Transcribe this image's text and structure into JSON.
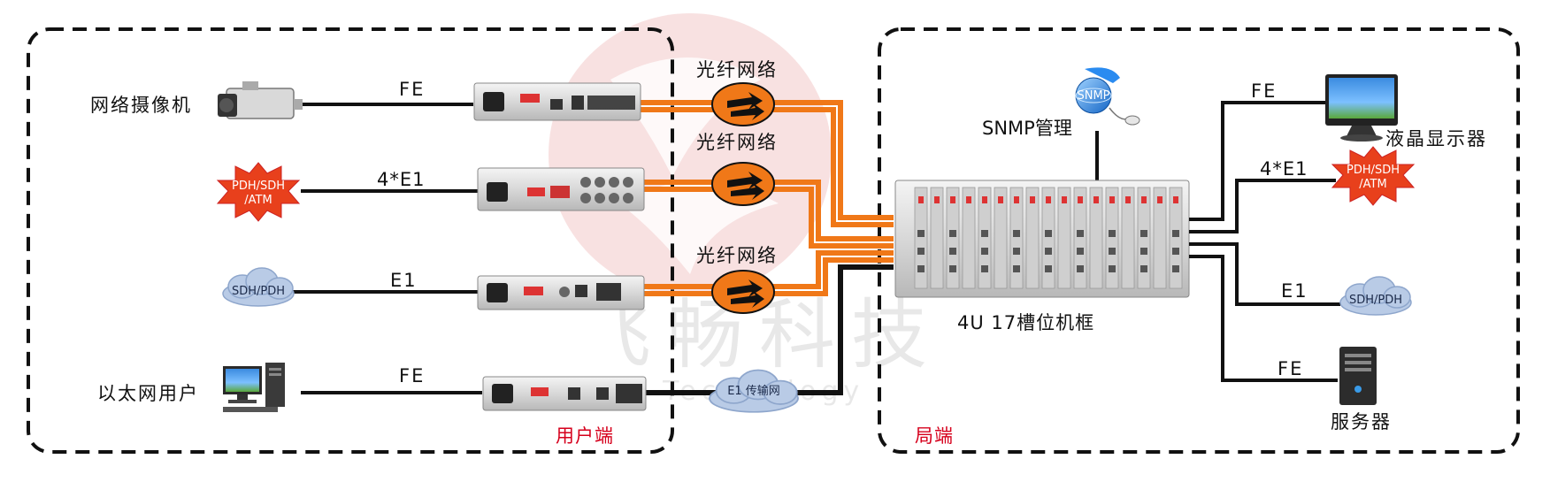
{
  "watermark": {
    "chinese": "飞畅科技",
    "english": "Future Technology",
    "color": "#f3c9c9"
  },
  "colors": {
    "fiber": "#f07818",
    "copper": "#111111",
    "border": "#111111",
    "zone_label": "#d6001c",
    "burst": "#e8401c",
    "cloud": "#b9cbe6"
  },
  "user_side": {
    "zone_label": "用户端",
    "devices": [
      {
        "name": "网络摄像机",
        "icon": "camera-icon",
        "link": "FE"
      },
      {
        "name": "PDH/SDH/ATM",
        "icon": "burst-icon",
        "badge_lines": [
          "PDH/SDH",
          "/ATM"
        ],
        "link": "4*E1"
      },
      {
        "name": "SDH/PDH",
        "icon": "cloud-icon",
        "badge_lines": [
          "SDH/PDH"
        ],
        "link": "E1"
      },
      {
        "name": "以太网用户",
        "icon": "computer-icon",
        "link": "FE"
      }
    ]
  },
  "networks": {
    "fiber_label": "光纤网络",
    "e1_cloud_label": "E1 传输网"
  },
  "central_side": {
    "zone_label": "局端",
    "chassis_label": "4U 17槽位机框",
    "snmp_label": "SNMP管理",
    "snmp_globe_text": "SNMP",
    "outputs": [
      {
        "name": "液晶显示器",
        "icon": "monitor-icon",
        "link": "FE"
      },
      {
        "name": "PDH/SDH/ATM",
        "icon": "burst-icon",
        "badge_lines": [
          "PDH/SDH",
          "/ATM"
        ],
        "link": "4*E1"
      },
      {
        "name": "SDH/PDH",
        "icon": "cloud-icon",
        "badge_lines": [
          "SDH/PDH"
        ],
        "link": "E1"
      },
      {
        "name": "服务器",
        "icon": "server-icon",
        "link": "FE"
      }
    ]
  }
}
